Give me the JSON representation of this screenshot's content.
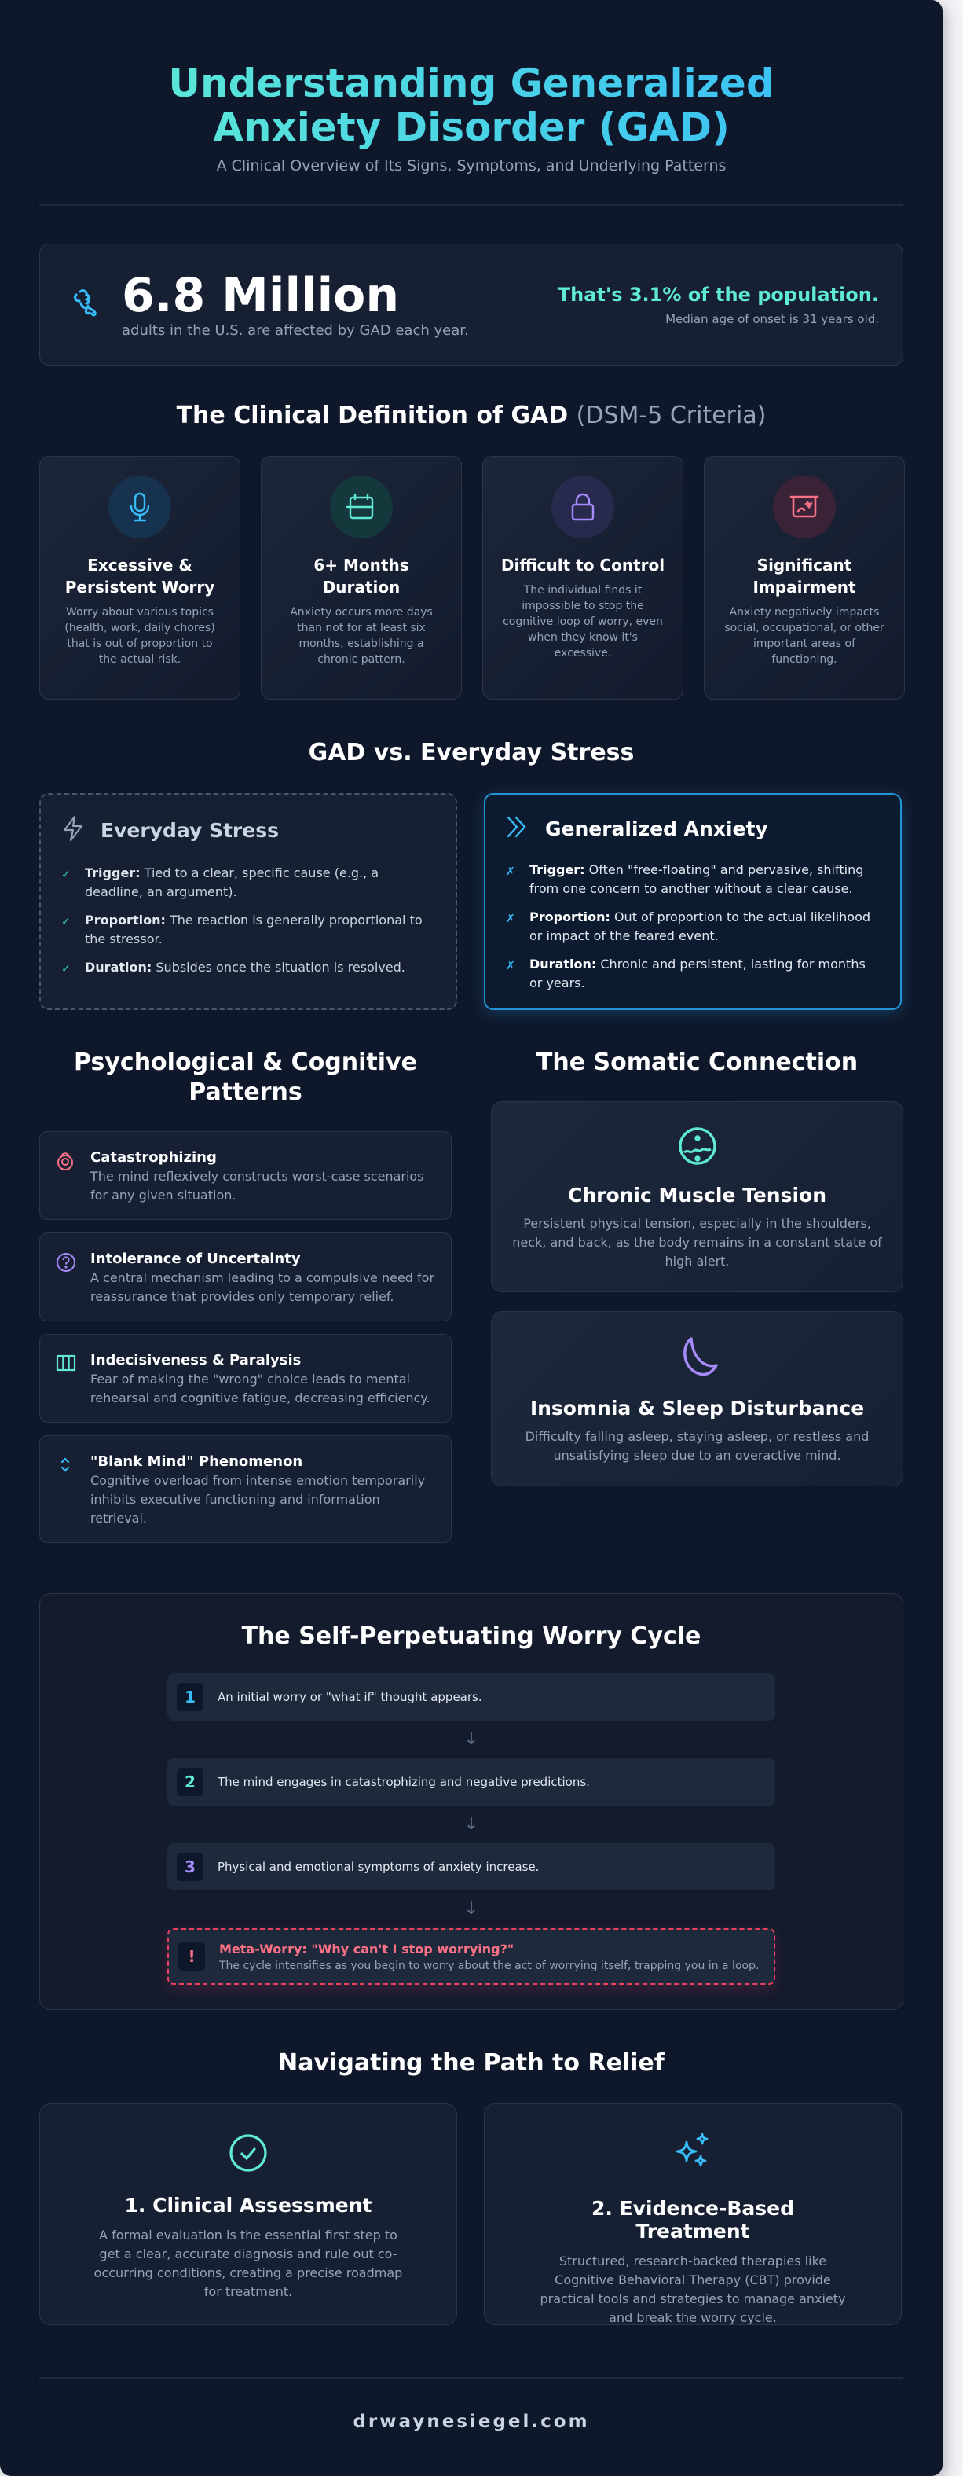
{
  "header": {
    "title": "Understanding Generalized Anxiety Disorder (GAD)",
    "subtitle": "A Clinical Overview of Its Signs, Symptoms, and Underlying Patterns"
  },
  "stat": {
    "icon": "brain-icon",
    "number": "6.8 Million",
    "caption": "adults in the U.S. are affected by GAD each year.",
    "percent": "That's 3.1% of the population.",
    "median": "Median age of onset is 31 years old."
  },
  "definition": {
    "title": "The Clinical Definition of GAD",
    "title_muted": "(DSM-5 Criteria)",
    "cards": [
      {
        "icon": "microphone-icon",
        "title": "Excessive & Persistent Worry",
        "text": "Worry about various topics (health, work, daily chores) that is out of proportion to the actual risk.",
        "color": "#38bdf8"
      },
      {
        "icon": "calendar-icon",
        "title": "6+ Months Duration",
        "text": "Anxiety occurs more days than not for at least six months, establishing a chronic pattern.",
        "color": "#5eead4"
      },
      {
        "icon": "lock-icon",
        "title": "Difficult to Control",
        "text": "The individual finds it impossible to stop the cognitive loop of worry, even when they know it's excessive.",
        "color": "#a78bfa"
      },
      {
        "icon": "impairment-icon",
        "title": "Significant Impairment",
        "text": "Anxiety negatively impacts social, occupational, or other important areas of functioning.",
        "color": "#fb7185"
      }
    ]
  },
  "comparison": {
    "title": "GAD vs. Everyday Stress",
    "stress": {
      "icon": "lightning-icon",
      "title": "Everyday Stress",
      "marker": "✓",
      "items": [
        {
          "label": "Trigger:",
          "text": "Tied to a clear, specific cause (e.g., a deadline, an argument)."
        },
        {
          "label": "Proportion:",
          "text": "The reaction is generally proportional to the stressor."
        },
        {
          "label": "Duration:",
          "text": "Subsides once the situation is resolved."
        }
      ]
    },
    "gad": {
      "icon": "double-chevron-right-icon",
      "title": "Generalized Anxiety",
      "marker": "✗",
      "items": [
        {
          "label": "Trigger:",
          "text": "Often \"free-floating\" and pervasive, shifting from one concern to another without a clear cause."
        },
        {
          "label": "Proportion:",
          "text": "Out of proportion to the actual likelihood or impact of the feared event."
        },
        {
          "label": "Duration:",
          "text": "Chronic and persistent, lasting for months or years."
        }
      ]
    }
  },
  "patterns": {
    "title": "Psychological & Cognitive Patterns",
    "items": [
      {
        "icon": "spiral-icon",
        "title": "Catastrophizing",
        "text": "The mind reflexively constructs worst-case scenarios for any given situation.",
        "color": "#fb7185"
      },
      {
        "icon": "question-icon",
        "title": "Intolerance of Uncertainty",
        "text": "A central mechanism leading to a compulsive need for reassurance that provides only temporary relief.",
        "color": "#a78bfa"
      },
      {
        "icon": "columns-icon",
        "title": "Indecisiveness & Paralysis",
        "text": "Fear of making the \"wrong\" choice leads to mental rehearsal and cognitive fatigue, decreasing efficiency.",
        "color": "#5eead4"
      },
      {
        "icon": "chevron-up-down-icon",
        "title": "\"Blank Mind\" Phenomenon",
        "text": "Cognitive overload from intense emotion temporarily inhibits executive functioning and information retrieval.",
        "color": "#38bdf8"
      }
    ]
  },
  "somatic": {
    "title": "The Somatic Connection",
    "items": [
      {
        "icon": "body-tension-icon",
        "title": "Chronic Muscle Tension",
        "text": "Persistent physical tension, especially in the shoulders, neck, and back, as the body remains in a constant state of high alert.",
        "color": "#5eead4"
      },
      {
        "icon": "moon-icon",
        "title": "Insomnia & Sleep Disturbance",
        "text": "Difficulty falling asleep, staying asleep, or restless and unsatisfying sleep due to an overactive mind.",
        "color": "#a78bfa"
      }
    ]
  },
  "cycle": {
    "title": "The Self-Perpetuating Worry Cycle",
    "arrow": "↓",
    "steps": [
      {
        "num": "1",
        "text": "An initial worry or \"what if\" thought appears.",
        "color": "#38bdf8"
      },
      {
        "num": "2",
        "text": "The mind engages in catastrophizing and negative predictions.",
        "color": "#5eead4"
      },
      {
        "num": "3",
        "text": "Physical and emotional symptoms of anxiety increase.",
        "color": "#a78bfa"
      }
    ],
    "meta": {
      "num": "!",
      "title": "Meta-Worry: \"Why can't I stop worrying?\"",
      "text": "The cycle intensifies as you begin to worry about the act of worrying itself, trapping you in a loop.",
      "color": "#fb7185"
    }
  },
  "relief": {
    "title": "Navigating the Path to Relief",
    "items": [
      {
        "icon": "check-circle-icon",
        "title": "1. Clinical Assessment",
        "text": "A formal evaluation is the essential first step to get a clear, accurate diagnosis and rule out co-occurring conditions, creating a precise roadmap for treatment.",
        "color": "#5eead4"
      },
      {
        "icon": "sparkles-icon",
        "title": "2. Evidence-Based Treatment",
        "text": "Structured, research-backed therapies like Cognitive Behavioral Therapy (CBT) provide practical tools and strategies to manage anxiety and break the worry cycle.",
        "color": "#38bdf8"
      }
    ]
  },
  "footer": {
    "site": "drwaynesiegel.com"
  }
}
